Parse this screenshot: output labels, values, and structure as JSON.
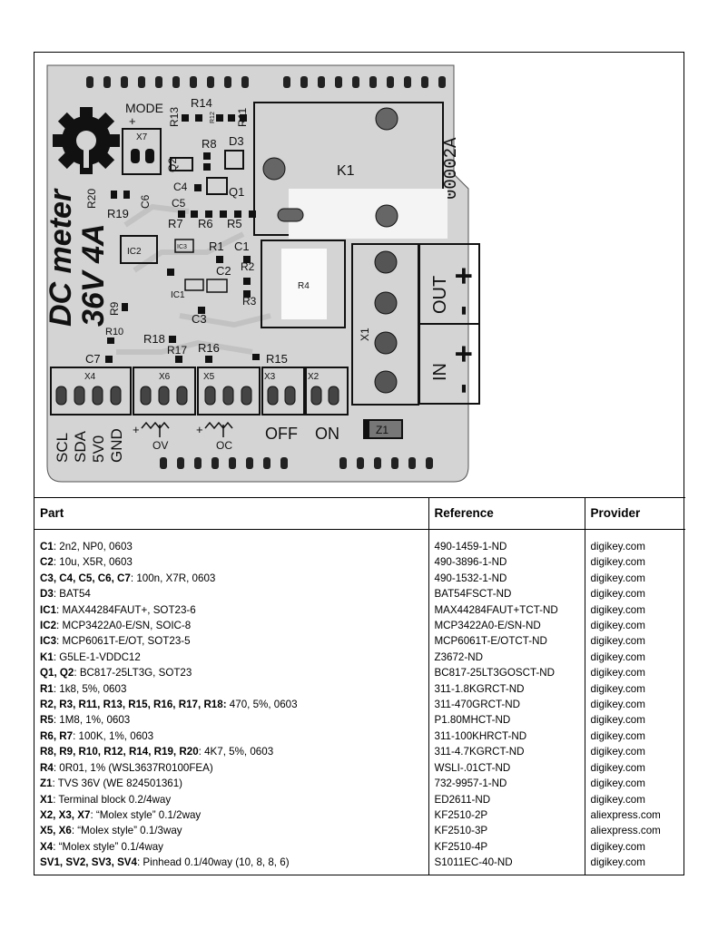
{
  "silkscreen": {
    "title_line1": "DC meter",
    "title_line2": "36V 4A",
    "revision": "00002A",
    "mode": "MODE",
    "plus": "+",
    "minus": "-",
    "out": "OUT",
    "in": "IN",
    "off": "OFF",
    "on": "ON",
    "pin_labels": [
      "SCL",
      "SDA",
      "5V0",
      "GND"
    ],
    "ov": "OV",
    "oc": "OC",
    "designators": {
      "r14": "R14",
      "r13": "R13",
      "r11": "R11",
      "r12": "R12",
      "x7": "X7",
      "q2": "Q2",
      "r8": "R8",
      "d3": "D3",
      "q1": "Q1",
      "k1": "K1",
      "r20": "R20",
      "c6": "C6",
      "r19": "R19",
      "c4": "C4",
      "c5": "C5",
      "r7": "R7",
      "r6": "R6",
      "r5": "R5",
      "ic2": "IC2",
      "ic3": "IC3",
      "r1": "R1",
      "c1": "C1",
      "r2": "R2",
      "c2": "C2",
      "ic1": "IC1",
      "r3": "R3",
      "r4": "R4",
      "r9": "R9",
      "c3": "C3",
      "r10": "R10",
      "r18": "R18",
      "r17": "R17",
      "r16": "R16",
      "r15": "R15",
      "c7": "C7",
      "x4": "X4",
      "x6": "X6",
      "x5": "X5",
      "x3": "X3",
      "x2": "X2",
      "x1": "X1",
      "z1": "Z1"
    }
  },
  "bom": {
    "headers": {
      "part": "Part",
      "reference": "Reference",
      "provider": "Provider"
    },
    "rows": [
      {
        "id": "C1",
        "desc": ": 2n2, NP0, 0603",
        "ref": "490-1459-1-ND",
        "provider": "digikey.com"
      },
      {
        "id": "C2",
        "desc": ": 10u, X5R, 0603",
        "ref": "490-3896-1-ND",
        "provider": "digikey.com"
      },
      {
        "id": "C3, C4, C5, C6, C7",
        "desc": ": 100n, X7R, 0603",
        "ref": "490-1532-1-ND",
        "provider": "digikey.com"
      },
      {
        "id": "D3",
        "desc": ": BAT54",
        "ref": "BAT54FSCT-ND",
        "provider": "digikey.com"
      },
      {
        "id": "IC1",
        "desc": ": MAX44284FAUT+, SOT23-6",
        "ref": "MAX44284FAUT+TCT-ND",
        "provider": "digikey.com"
      },
      {
        "id": "IC2",
        "desc": ": MCP3422A0-E/SN, SOIC-8",
        "ref": "MCP3422A0-E/SN-ND",
        "provider": "digikey.com"
      },
      {
        "id": "IC3",
        "desc": ": MCP6061T-E/OT, SOT23-5",
        "ref": "MCP6061T-E/OTCT-ND",
        "provider": "digikey.com"
      },
      {
        "id": "K1",
        "desc": ": G5LE-1-VDDC12",
        "ref": "Z3672-ND",
        "provider": "digikey.com"
      },
      {
        "id": "Q1, Q2",
        "desc": ": BC817-25LT3G, SOT23",
        "ref": "BC817-25LT3GOSCT-ND",
        "provider": "digikey.com"
      },
      {
        "id": "R1",
        "desc": ": 1k8, 5%, 0603",
        "ref": "311-1.8KGRCT-ND",
        "provider": "digikey.com"
      },
      {
        "id": "R2, R3, R11, R13, R15, R16, R17, R18:",
        "desc": " 470, 5%, 0603",
        "ref": "311-470GRCT-ND",
        "provider": "digikey.com"
      },
      {
        "id": "R5",
        "desc": ": 1M8, 1%, 0603",
        "ref": "P1.80MHCT-ND",
        "provider": "digikey.com"
      },
      {
        "id": "R6, R7",
        "desc": ": 100K, 1%, 0603",
        "ref": "311-100KHRCT-ND",
        "provider": "digikey.com"
      },
      {
        "id": "R8, R9, R10, R12, R14, R19, R20",
        "desc": ": 4K7, 5%, 0603",
        "ref": "311-4.7KGRCT-ND",
        "provider": "digikey.com"
      },
      {
        "id": "R4",
        "desc": ": 0R01, 1% (WSL3637R0100FEA)",
        "ref": "WSLI-.01CT-ND",
        "provider": "digikey.com"
      },
      {
        "id": "Z1",
        "desc": ": TVS 36V (WE 824501361)",
        "ref": "732-9957-1-ND",
        "provider": "digikey.com"
      },
      {
        "id": "X1",
        "desc": ": Terminal block 0.2/4way",
        "ref": "ED2611-ND",
        "provider": "digikey.com"
      },
      {
        "id": "X2, X3, X7",
        "desc": ": “Molex style” 0.1/2way",
        "ref": "KF2510-2P",
        "provider": "aliexpress.com"
      },
      {
        "id": "X5, X6",
        "desc": ": “Molex style” 0.1/3way",
        "ref": "KF2510-3P",
        "provider": "aliexpress.com"
      },
      {
        "id": "X4",
        "desc": ": “Molex style” 0.1/4way",
        "ref": "KF2510-4P",
        "provider": "digikey.com"
      },
      {
        "id": "SV1, SV2, SV3, SV4",
        "desc": ": Pinhead 0.1/40way (10, 8, 8, 6)",
        "ref": "S1011EC-40-ND",
        "provider": "digikey.com"
      }
    ]
  }
}
